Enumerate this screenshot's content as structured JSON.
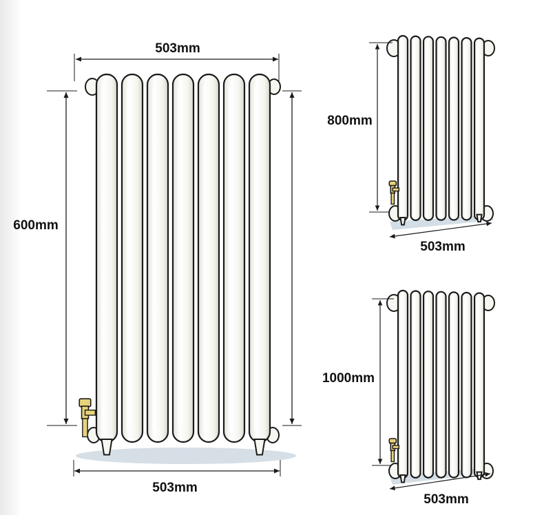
{
  "colors": {
    "radiator_fill": "#f7f7f2",
    "radiator_shadow": "#d9d9cf",
    "outline": "#1a1a1a",
    "valve_brass": "#e8d27a",
    "floor_shadow": "#b9c9d6"
  },
  "radiators": [
    {
      "id": "large",
      "width_label": "503mm",
      "height_label": "600mm",
      "bottom_width_label": "503mm",
      "columns": 7
    },
    {
      "id": "medium",
      "height_label": "800mm",
      "bottom_width_label": "503mm",
      "columns": 7
    },
    {
      "id": "small",
      "height_label": "1000mm",
      "bottom_width_label": "503mm",
      "columns": 7
    }
  ]
}
